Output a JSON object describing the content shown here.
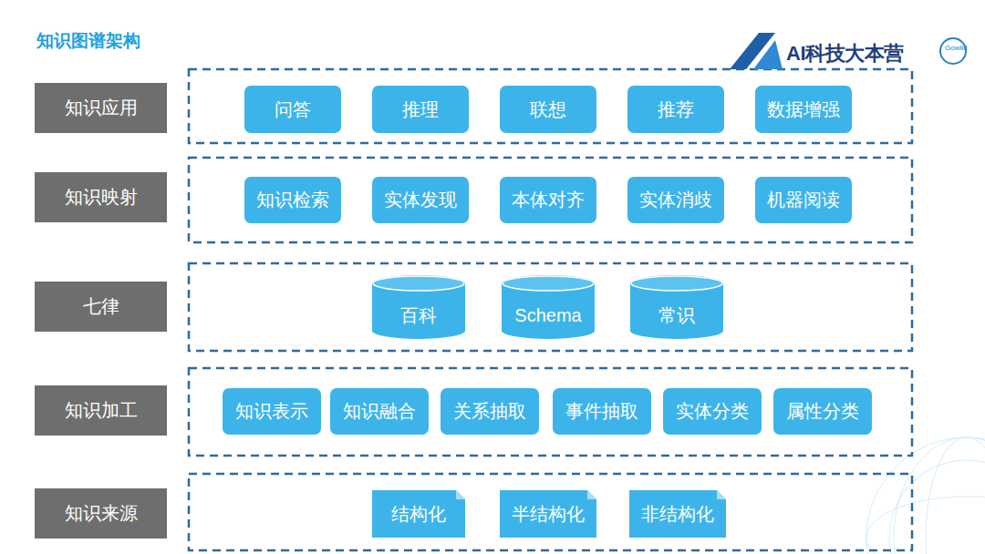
{
  "diagram": {
    "title": "知识图谱架构",
    "nodes": [
      {
        "text": [
          "知识应用"
        ]
      },
      {
        "text": [
          "问答"
        ]
      },
      {
        "text": [
          "推理"
        ]
      },
      {
        "text": [
          "联想"
        ]
      },
      {
        "text": [
          "推荐"
        ]
      },
      {
        "text": [
          "数据增强"
        ]
      },
      {
        "text": [
          "知识映射"
        ]
      },
      {
        "text": [
          "知识检索"
        ]
      },
      {
        "text": [
          "实体发现"
        ]
      },
      {
        "text": [
          "本体对齐"
        ]
      },
      {
        "text": [
          "实体消歧"
        ]
      },
      {
        "text": [
          "机器阅读"
        ]
      },
      {
        "text": [
          "七律"
        ]
      },
      {
        "text": [
          "百科"
        ]
      },
      {
        "text": [
          "Schema"
        ]
      },
      {
        "text": [
          "常识"
        ]
      },
      {
        "text": [
          "知识加工"
        ]
      },
      {
        "text": [
          "知识表示"
        ]
      },
      {
        "text": [
          "知识融合"
        ]
      },
      {
        "text": [
          "关系抽取"
        ]
      },
      {
        "text": [
          "事件抽取"
        ]
      },
      {
        "text": [
          "实体分类"
        ]
      },
      {
        "text": [
          "属性分类"
        ]
      },
      {
        "text": [
          "知识来源"
        ]
      },
      {
        "text": [
          "结构化"
        ]
      },
      {
        "text": [
          "半结构化"
        ]
      },
      {
        "text": [
          "非结构化"
        ]
      }
    ],
    "labels": [
      "AI科技大本营",
      "Gowild"
    ]
  }
}
